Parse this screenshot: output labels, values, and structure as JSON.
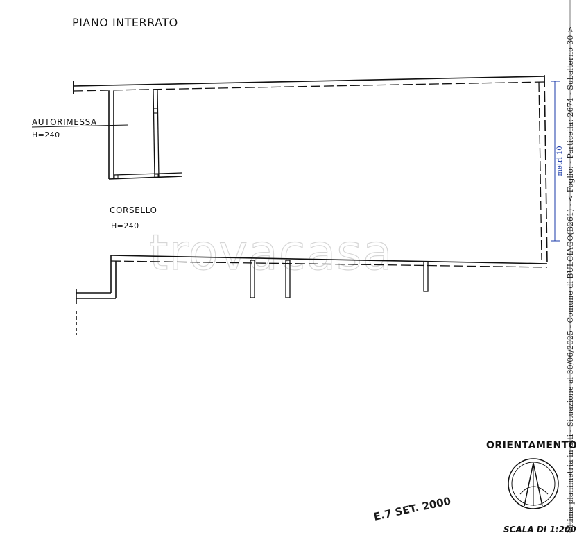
{
  "title": "PIANO INTERRATO",
  "rooms": {
    "autorimessa": {
      "name": "AUTORIMESSA",
      "height": "H=240"
    },
    "corsello": {
      "name": "CORSELLO",
      "height": "H=240"
    }
  },
  "watermark": "trovacasa",
  "side_caption": "Ultima planimetria in atti - Situazione al 30/06/2025 - Comune di BULCIAGO(B261) - < Foglio: - Particella: 2674 - Subalterno 30 >",
  "measurement": "metri 10",
  "stamp_text": "E.7 SET. 2000",
  "orientation_label": "ORIENTAMENTO",
  "scale_label": "SCALA DI 1:200",
  "colors": {
    "ink": "#111111",
    "measure_blue": "#1a3aa8",
    "watermark": "#d6d6d6"
  }
}
